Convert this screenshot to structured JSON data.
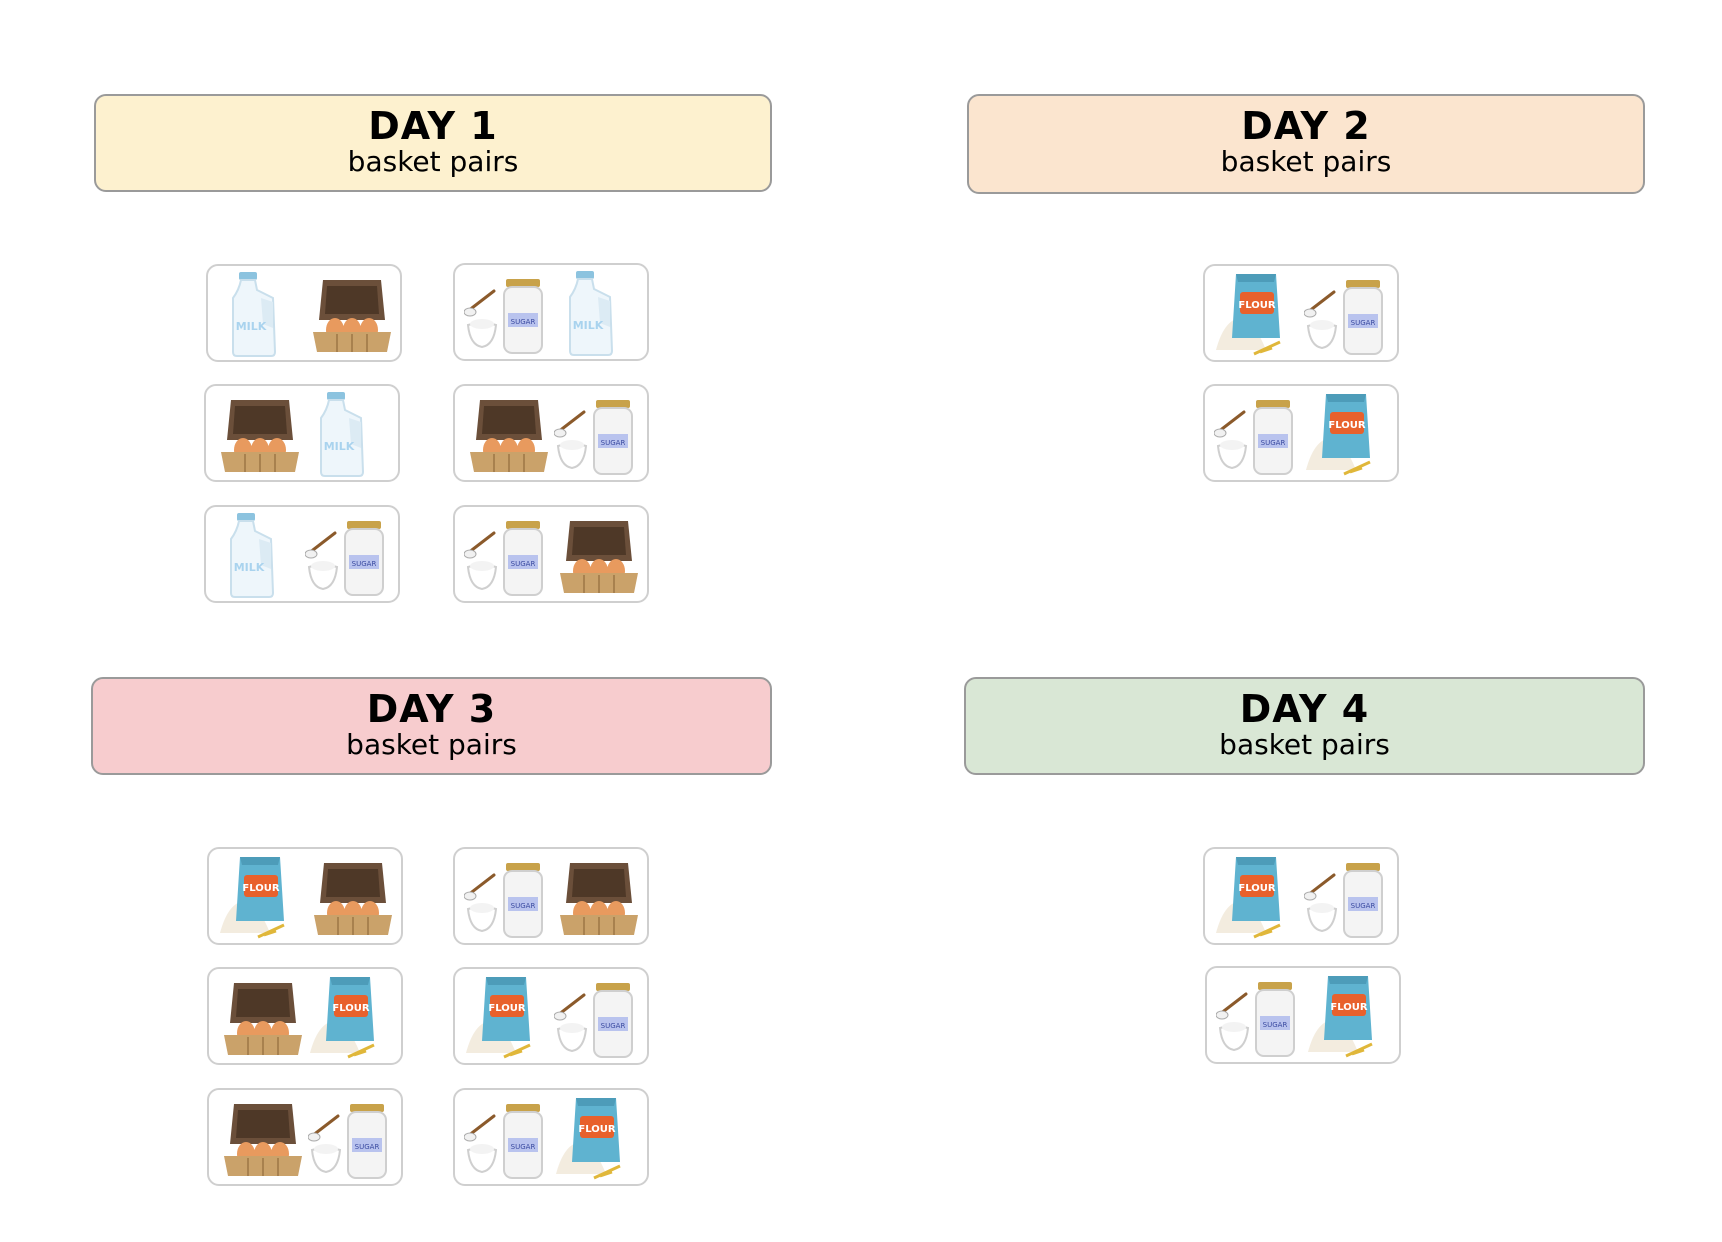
{
  "colors": {
    "day1": "#fdf1cf",
    "day2": "#fbe5cf",
    "day3": "#f7ccce",
    "day4": "#d9e7d5",
    "flour": "#5fb3d0",
    "flour_label": "#e8612c",
    "milk_text": "#a9d3ee",
    "egg": "#e89a5e",
    "carton": "#6b4f3a"
  },
  "days": [
    {
      "title": "DAY 1",
      "subtitle": "basket pairs",
      "pairs": [
        [
          "milk",
          "eggs"
        ],
        [
          "sugar",
          "milk"
        ],
        [
          "eggs",
          "milk"
        ],
        [
          "eggs",
          "sugar"
        ],
        [
          "milk",
          "sugar"
        ],
        [
          "sugar",
          "eggs"
        ]
      ]
    },
    {
      "title": "DAY 2",
      "subtitle": "basket pairs",
      "pairs": [
        [
          "flour",
          "sugar"
        ],
        [
          "sugar",
          "flour"
        ]
      ]
    },
    {
      "title": "DAY 3",
      "subtitle": "basket pairs",
      "pairs": [
        [
          "flour",
          "eggs"
        ],
        [
          "sugar",
          "eggs"
        ],
        [
          "eggs",
          "flour"
        ],
        [
          "flour",
          "sugar"
        ],
        [
          "eggs",
          "sugar"
        ],
        [
          "sugar",
          "flour"
        ]
      ]
    },
    {
      "title": "DAY 4",
      "subtitle": "basket pairs",
      "pairs": [
        [
          "flour",
          "sugar"
        ],
        [
          "sugar",
          "flour"
        ]
      ]
    }
  ],
  "labels": {
    "milk": "MILK",
    "flour": "FLOUR",
    "sugar": "SUGAR"
  }
}
